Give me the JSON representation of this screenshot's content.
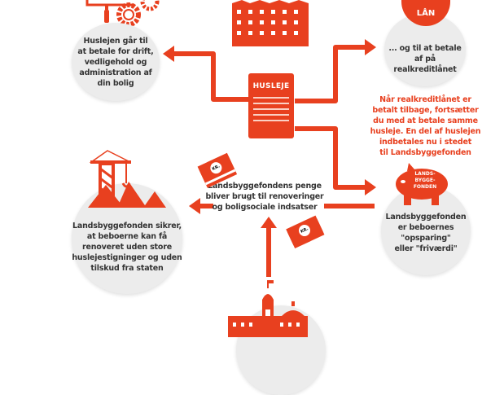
{
  "title": "Husleje",
  "nodes": {
    "drift": "Huslejen går til\nat betale for drift,\nvedligehold og\nadministration af\ndin bolig",
    "laan_badge": "LÅN",
    "laan": "... og til at betale\naf på\nrealkreditlånet",
    "note": "Når realkreditlånet er\nbetalt tilbage, fortsætter\ndu med at betale samme\nhusleje. En del af huslejen\nindbetales nu i stedet\ntil Landsbyggefonden",
    "piggy_label": "LANDS-\nBYGGE-\nFONDEN",
    "opsparing": "Landsbyggefonden\ner beboernes\n\"opsparing\"\neller \"friværdi\"",
    "penge": "Landsbyggefondens penge\nbliver brugt til renoveringer\nog boligsociale indsatser",
    "sikrer": "Landsbyggefonden sikrer,\nat beboerne kan få\nrenoveret uden store\nhuslejestigninger og uden\ntilskud fra staten",
    "money_label": "KR."
  },
  "colors": {
    "accent": "#e8401f",
    "circle": "#ececec",
    "text": "#333333"
  }
}
